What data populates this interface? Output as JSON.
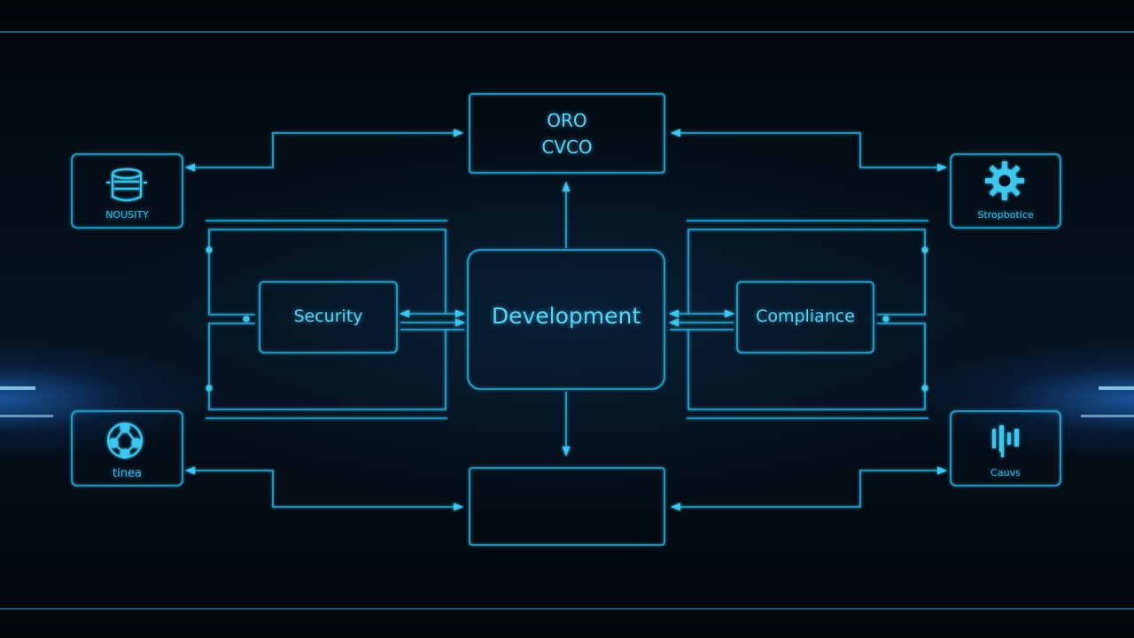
{
  "diagram": {
    "top_box": {
      "line1": "ORO",
      "line2": "CVCO"
    },
    "center_box": {
      "label": "Development"
    },
    "left_box": {
      "label": "Security"
    },
    "right_box": {
      "label": "Compliance"
    },
    "bottom_box": {
      "label": ""
    },
    "corner_top_left": {
      "label": "NOUSITY",
      "icon": "database-icon"
    },
    "corner_top_right": {
      "label": "Stropbotice",
      "icon": "gear-icon"
    },
    "corner_bottom_left": {
      "label": "tinea",
      "icon": "network-icon"
    },
    "corner_bottom_right": {
      "label": "Cauvs",
      "icon": "chart-icon"
    }
  },
  "colors": {
    "line": "#27a9d6",
    "glow": "#2e8cff",
    "text": "#5fd2f2"
  }
}
